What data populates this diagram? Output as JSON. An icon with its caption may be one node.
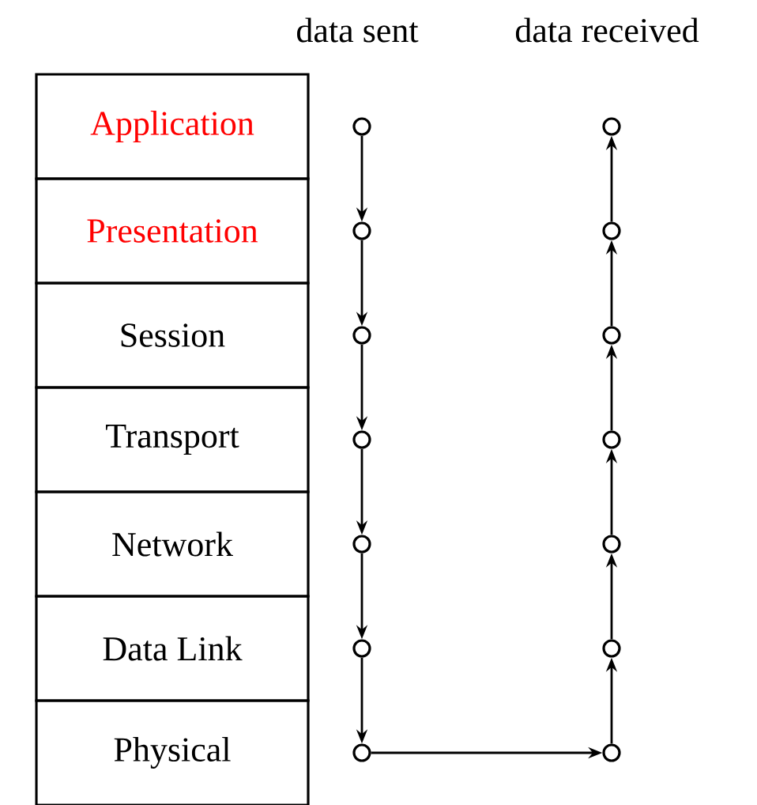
{
  "diagram": {
    "nodes": [
      {
        "text": [
          "Application"
        ]
      },
      {
        "text": [
          "Presentation"
        ]
      },
      {
        "text": [
          "Session"
        ]
      },
      {
        "text": [
          "Transport"
        ]
      },
      {
        "text": [
          "Network"
        ]
      },
      {
        "text": [
          "Data Link"
        ]
      },
      {
        "text": [
          "Physical"
        ]
      },
      {
        "text": [],
        "shape": "circle"
      },
      {
        "text": [],
        "shape": "circle"
      },
      {
        "text": [],
        "shape": "circle"
      },
      {
        "text": [],
        "shape": "circle"
      },
      {
        "text": [],
        "shape": "circle"
      },
      {
        "text": [],
        "shape": "circle"
      },
      {
        "text": [],
        "shape": "circle"
      },
      {
        "text": [],
        "shape": "circle"
      },
      {
        "text": [],
        "shape": "circle"
      },
      {
        "text": [],
        "shape": "circle"
      },
      {
        "text": [],
        "shape": "circle"
      },
      {
        "text": [],
        "shape": "circle"
      },
      {
        "text": [],
        "shape": "circle"
      },
      {
        "text": [],
        "shape": "circle"
      }
    ],
    "edges": [
      {
        "from": 7,
        "to": 8,
        "arrow": "to"
      },
      {
        "from": 8,
        "to": 9,
        "arrow": "to"
      },
      {
        "from": 9,
        "to": 10,
        "arrow": "to"
      },
      {
        "from": 10,
        "to": 11,
        "arrow": "to"
      },
      {
        "from": 11,
        "to": 12,
        "arrow": "to"
      },
      {
        "from": 12,
        "to": 13,
        "arrow": "to"
      },
      {
        "from": 13,
        "to": 20,
        "arrow": "to"
      },
      {
        "from": 20,
        "to": 19,
        "arrow": "to"
      },
      {
        "from": 19,
        "to": 18,
        "arrow": "to"
      },
      {
        "from": 18,
        "to": 17,
        "arrow": "to"
      },
      {
        "from": 17,
        "to": 16,
        "arrow": "to"
      },
      {
        "from": 16,
        "to": 15,
        "arrow": "to"
      },
      {
        "from": 15,
        "to": 14,
        "arrow": "to"
      }
    ],
    "labels": [
      "data sent",
      "data received"
    ]
  }
}
